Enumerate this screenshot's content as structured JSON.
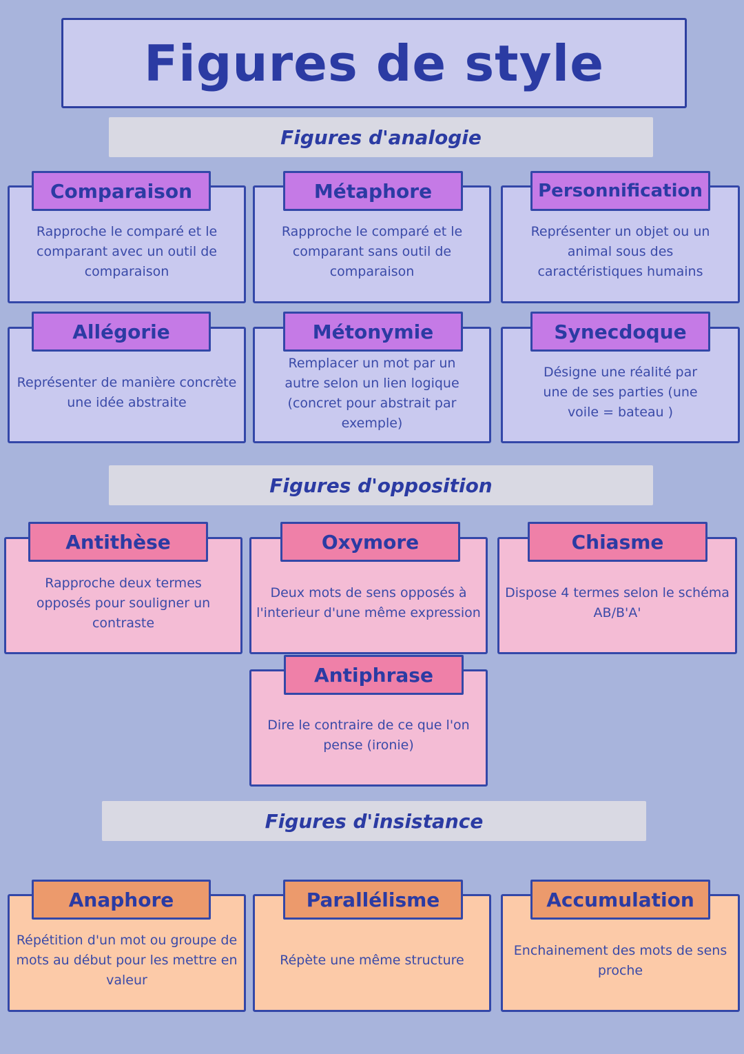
{
  "title": "Figures de style",
  "sections": {
    "analogy": {
      "heading": "Figures d'analogie",
      "items": [
        {
          "name": "Comparaison",
          "desc": "Rapproche le comparé et le comparant avec un outil de comparaison"
        },
        {
          "name": "Métaphore",
          "desc": "Rapproche le comparé et le comparant sans outil de comparaison"
        },
        {
          "name": "Personnification",
          "desc": "Représenter un objet ou un animal sous des caractéristiques humains"
        },
        {
          "name": "Allégorie",
          "desc": "Représenter de manière concrète une idée abstraite"
        },
        {
          "name": "Métonymie",
          "desc": "Remplacer un mot par un autre selon un lien logique (concret pour abstrait par exemple)"
        },
        {
          "name": "Synecdoque",
          "desc": "Désigne une réalité par une de ses parties (une voile = bateau )"
        }
      ]
    },
    "opposition": {
      "heading": "Figures d'opposition",
      "items": [
        {
          "name": "Antithèse",
          "desc": "Rapproche deux termes opposés pour souligner un contraste"
        },
        {
          "name": "Oxymore",
          "desc": "Deux mots de sens opposés à l'interieur d'une même expression"
        },
        {
          "name": "Chiasme",
          "desc": "Dispose 4 termes selon le schéma AB/B'A'"
        },
        {
          "name": "Antiphrase",
          "desc": "Dire le contraire de ce que l'on pense (ironie)"
        }
      ]
    },
    "insistance": {
      "heading": "Figures d'insistance",
      "items": [
        {
          "name": "Anaphore",
          "desc": "Répétition d'un mot ou groupe de mots au début pour les mettre en valeur"
        },
        {
          "name": "Parallélisme",
          "desc": "Répète une même structure"
        },
        {
          "name": "Accumulation",
          "desc": "Enchainement des mots de sens proche"
        }
      ]
    }
  }
}
